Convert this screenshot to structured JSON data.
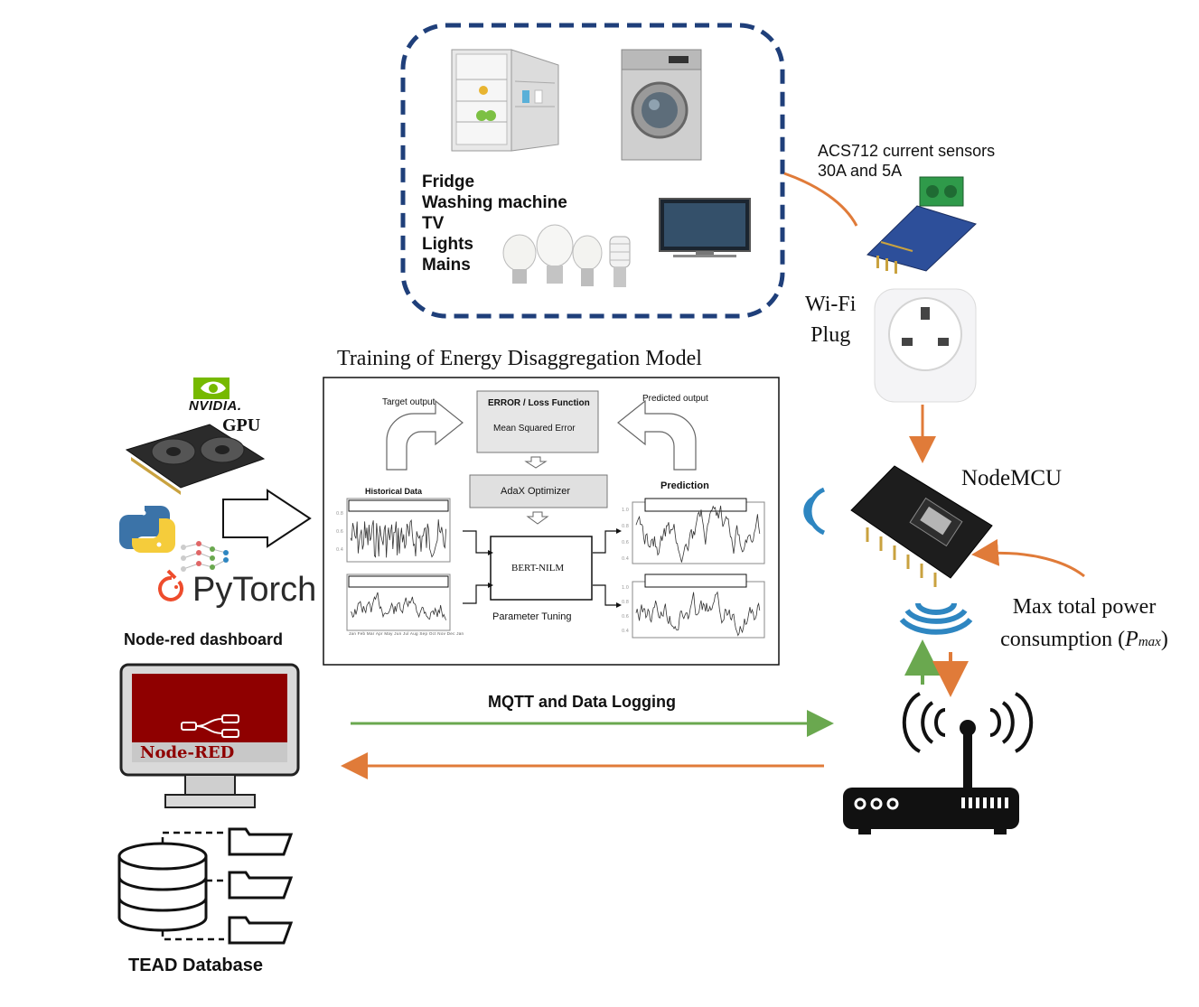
{
  "appliances": {
    "labels": [
      "Fridge",
      "Washing machine",
      "TV",
      "Lights",
      "Mains"
    ]
  },
  "sensor": {
    "line1": "ACS712 current sensors",
    "line2": "30A and 5A"
  },
  "wifi_plug": {
    "line1": "Wi-Fi",
    "line2": "Plug"
  },
  "nodemcu": {
    "label": "NodeMCU"
  },
  "max_power": {
    "line1": "Max total power",
    "line2_prefix": "consumption (",
    "line2_symbol": "P",
    "line2_sub": "max",
    "line2_suffix": ")"
  },
  "gpu": {
    "brand": "NVIDIA.",
    "label": "GPU"
  },
  "pytorch": {
    "label": "PyTorch"
  },
  "node_red_dashboard": {
    "label": "Node-red dashboard",
    "logo_text": "Node-RED"
  },
  "tead": {
    "label": "TEAD Database"
  },
  "mqtt": {
    "label": "MQTT and Data Logging"
  },
  "training": {
    "title": "Training of Energy Disaggregation Model",
    "target_output": "Target output",
    "predicted_output": "Predicted output",
    "error_title": "ERROR / Loss Function",
    "error_sub": "Mean Squared Error",
    "optimizer": "AdaX Optimizer",
    "historical": "Historical Data",
    "prediction": "Prediction",
    "model": "BERT-NILM",
    "tuning": "Parameter Tuning",
    "month_ticks": "Jan Feb Mar Apr May Jun Jul Aug Sep Oct Nov Dec Jan"
  },
  "colors": {
    "frame_blue": "#1f3f7a",
    "arrow_orange": "#e07b39",
    "arrow_green": "#6aa84f",
    "signal_blue": "#2e86c1",
    "node_red": "#8f0000"
  }
}
